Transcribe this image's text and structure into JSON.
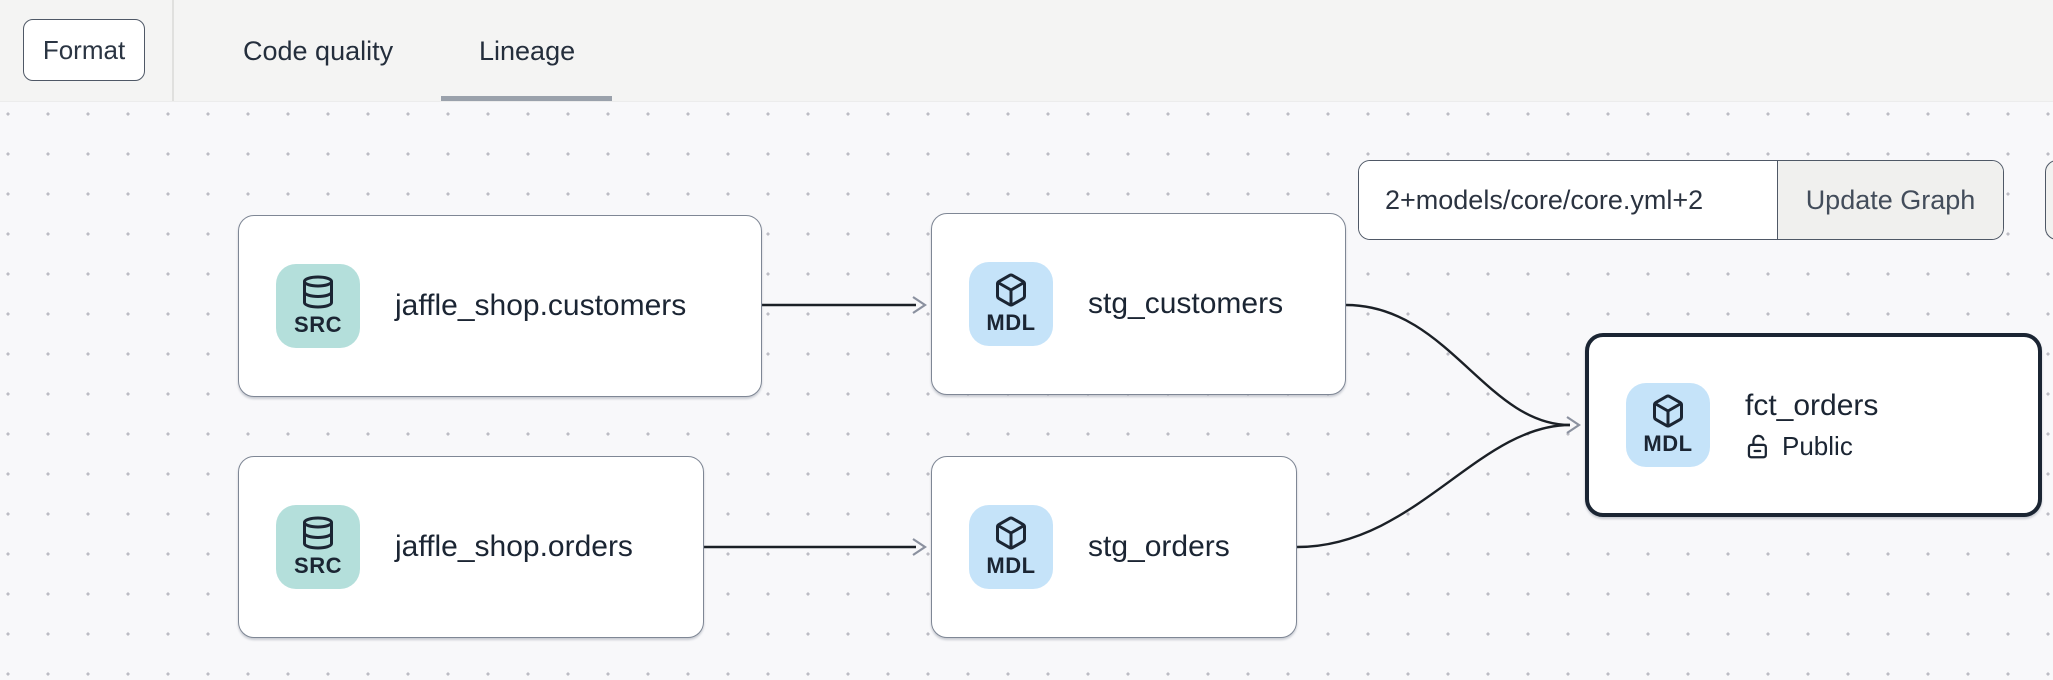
{
  "toolbar": {
    "format_label": "Format",
    "tabs": [
      {
        "label": "Code quality",
        "active": false
      },
      {
        "label": "Lineage",
        "active": true
      }
    ]
  },
  "graph_controls": {
    "selector_value": "2+models/core/core.yml+2",
    "update_button_label": "Update Graph"
  },
  "nodes": [
    {
      "id": "jaffle_shop.customers",
      "label": "jaffle_shop.customers",
      "badge": "SRC",
      "type": "source",
      "icon": "database",
      "selected": false
    },
    {
      "id": "stg_customers",
      "label": "stg_customers",
      "badge": "MDL",
      "type": "model",
      "icon": "cube",
      "selected": false
    },
    {
      "id": "jaffle_shop.orders",
      "label": "jaffle_shop.orders",
      "badge": "SRC",
      "type": "source",
      "icon": "database",
      "selected": false
    },
    {
      "id": "stg_orders",
      "label": "stg_orders",
      "badge": "MDL",
      "type": "model",
      "icon": "cube",
      "selected": false
    },
    {
      "id": "fct_orders",
      "label": "fct_orders",
      "badge": "MDL",
      "type": "model",
      "icon": "cube",
      "selected": true,
      "access_label": "Public",
      "access_icon": "unlock"
    }
  ],
  "edges": [
    {
      "from": "jaffle_shop.customers",
      "to": "stg_customers"
    },
    {
      "from": "jaffle_shop.orders",
      "to": "stg_orders"
    },
    {
      "from": "stg_customers",
      "to": "fct_orders"
    },
    {
      "from": "stg_orders",
      "to": "fct_orders"
    }
  ],
  "colors": {
    "source_badge": "#b4dfdb",
    "model_badge": "#c5e3f9",
    "selected_node_border": "#1b2533",
    "node_border": "#7f8795",
    "edge_line": "#1b2026",
    "arrowhead": "#8b919f",
    "tab_underline": "#9aa1ab",
    "canvas_dot": "#bcbcc4"
  }
}
